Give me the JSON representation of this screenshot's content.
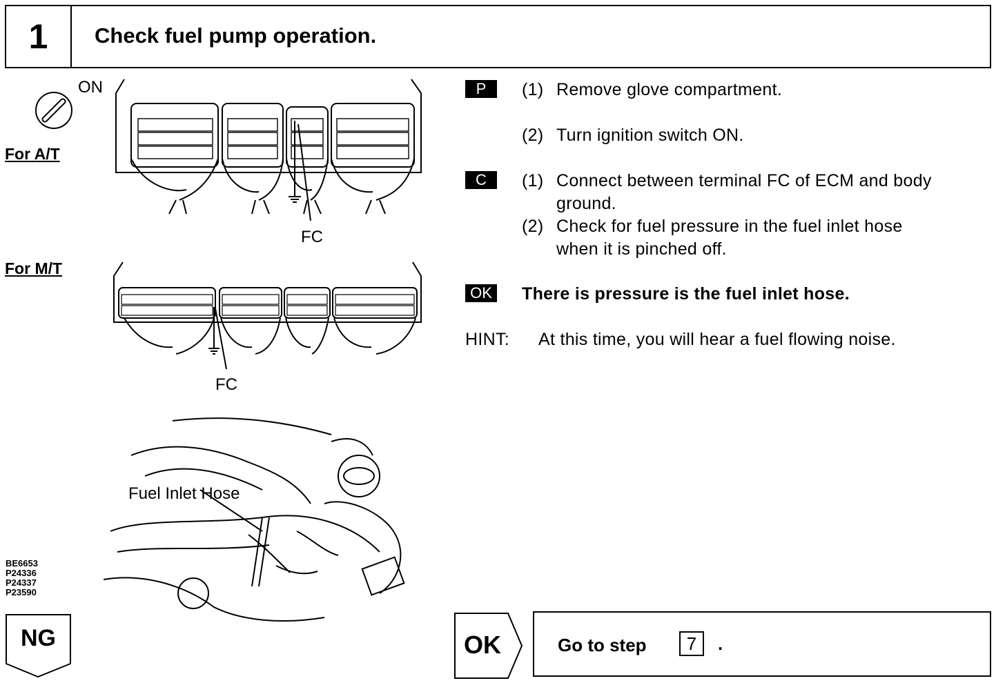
{
  "header": {
    "step_number": "1",
    "title": "Check fuel pump operation."
  },
  "figure": {
    "switch_label": "ON",
    "for_at_label": "For A/T",
    "for_mt_label": "For M/T",
    "fc_label_at": "FC",
    "fc_label_mt": "FC",
    "hose_label": "Fuel Inlet Hose",
    "codes": [
      "BE6653",
      "P24336",
      "P24337",
      "P23590"
    ]
  },
  "instructions": {
    "p_badge": "P",
    "p_steps": [
      {
        "num": "(1)",
        "text": "Remove glove compartment."
      },
      {
        "num": "(2)",
        "text": "Turn ignition switch ON."
      }
    ],
    "c_badge": "C",
    "c_steps": [
      {
        "num": "(1)",
        "text": "Connect between terminal FC of ECM and body",
        "cont": "ground."
      },
      {
        "num": "(2)",
        "text": "Check for fuel pressure in the fuel inlet hose",
        "cont": "when it is pinched off."
      }
    ],
    "ok_badge": "OK",
    "ok_text": "There is pressure is the fuel inlet hose.",
    "hint_label": "HINT:",
    "hint_text": "At this time, you will hear a fuel flowing noise."
  },
  "footer": {
    "ng_label": "NG",
    "ok_label": "OK",
    "goto_text": "Go to step",
    "goto_step": "7",
    "goto_dot": "."
  }
}
